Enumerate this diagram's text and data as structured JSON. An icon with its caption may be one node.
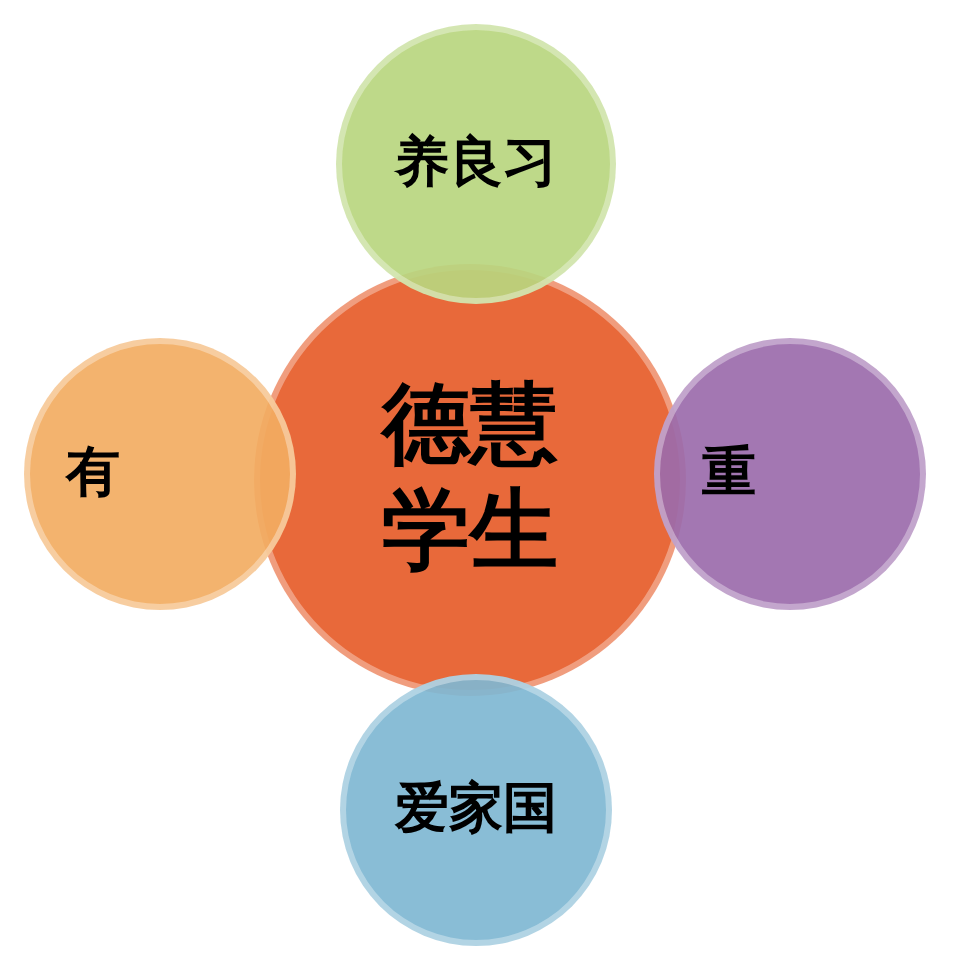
{
  "diagram": {
    "nodes": [
      {
        "text": [
          "德慧学生"
        ]
      },
      {
        "text": [
          "养良习"
        ]
      },
      {
        "text": [
          "有"
        ]
      },
      {
        "text": [
          "重"
        ]
      },
      {
        "text": [
          "爱家国"
        ]
      }
    ]
  }
}
